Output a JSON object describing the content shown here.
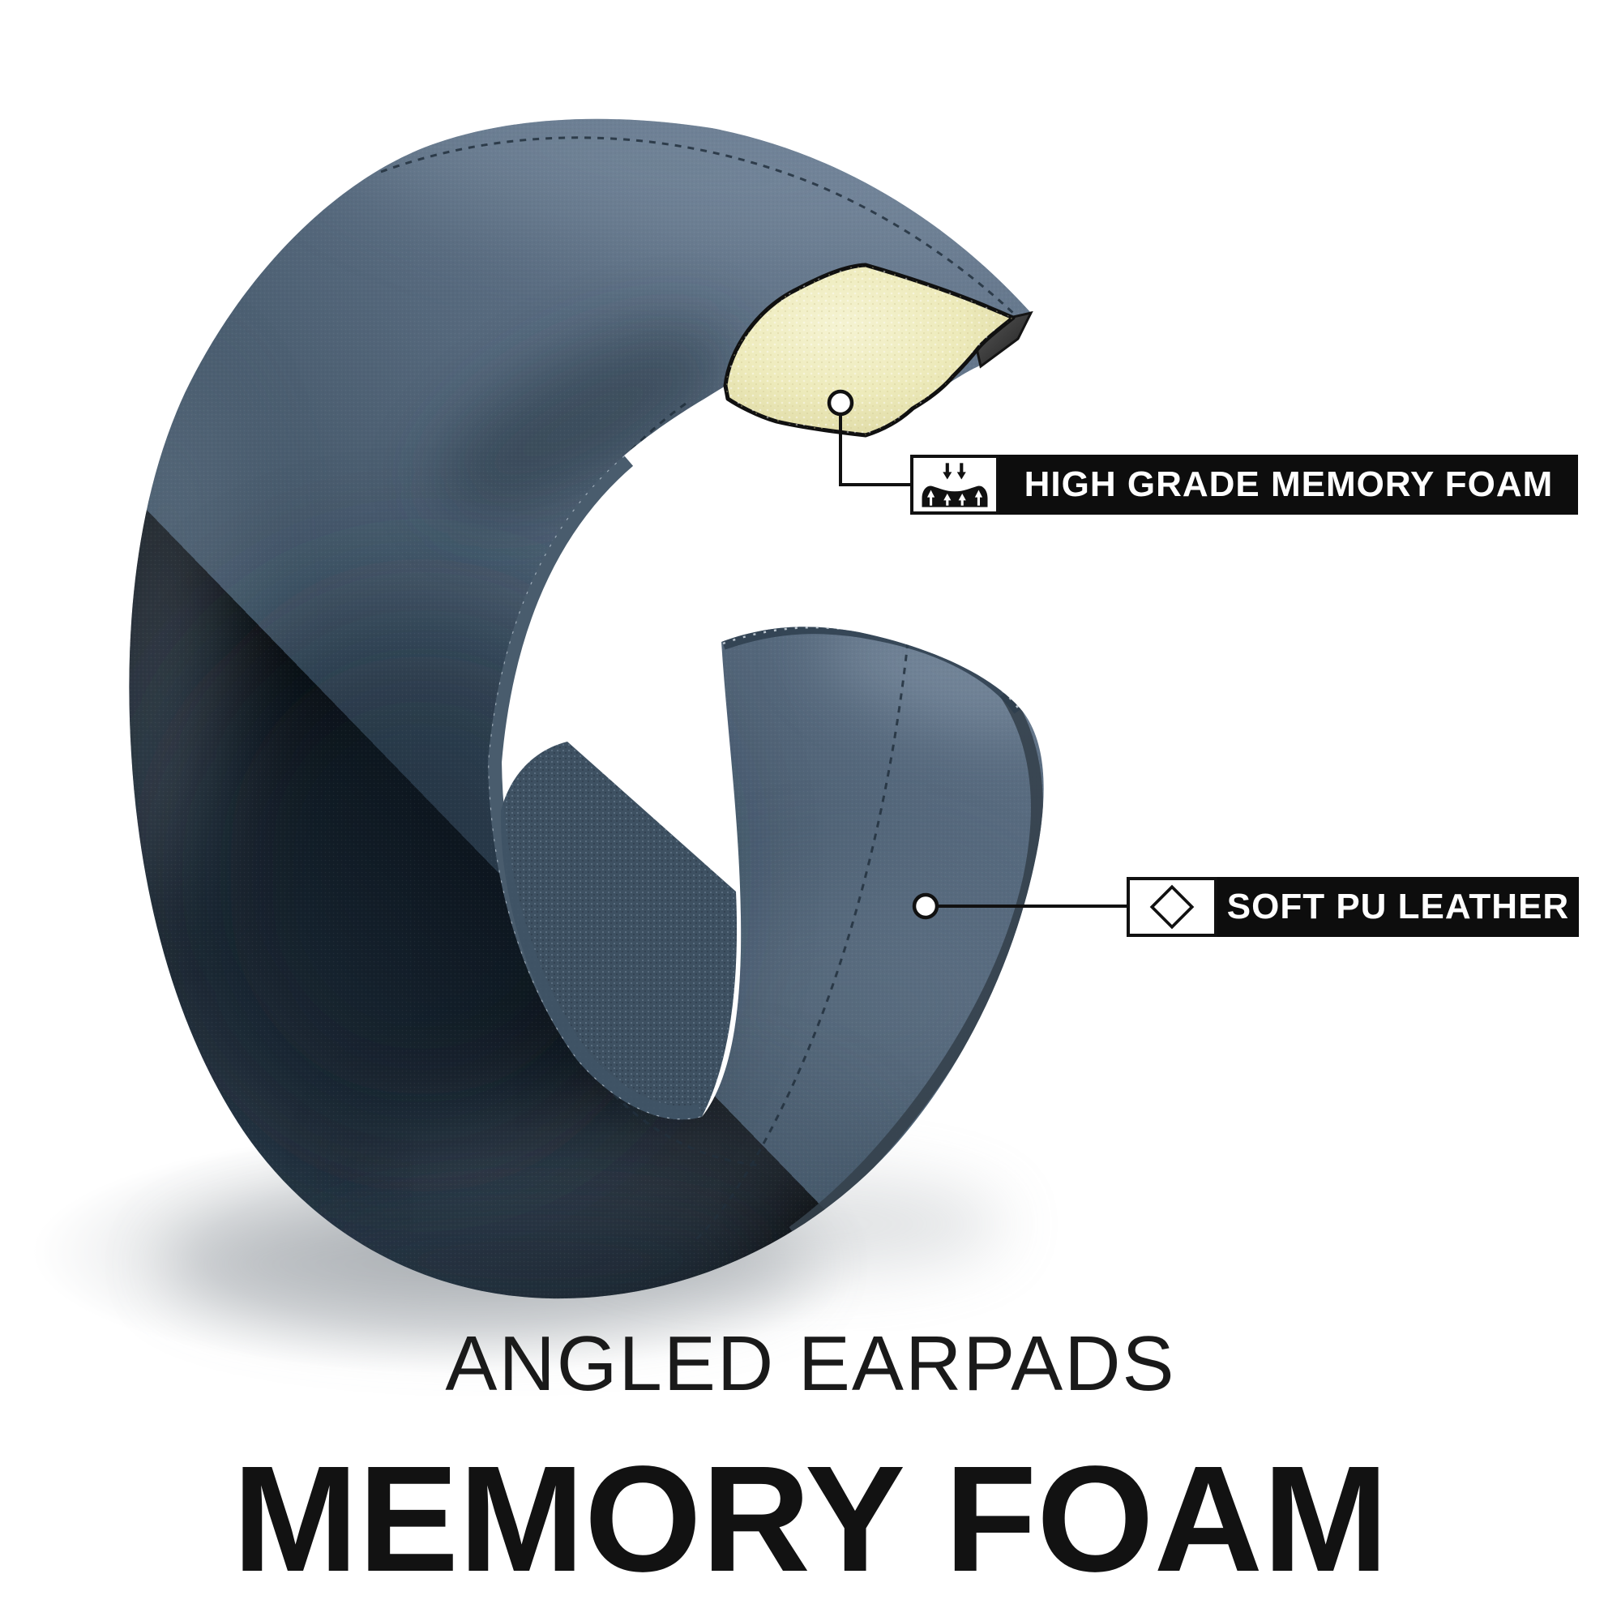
{
  "product": {
    "subtitle": "ANGLED EARPADS",
    "title": "MEMORY FOAM"
  },
  "callouts": {
    "memory_foam": {
      "label": "HIGH GRADE MEMORY FOAM",
      "icon": "foam-compression-icon"
    },
    "pu_leather": {
      "label": "SOFT PU LEATHER",
      "icon": "diamond-icon"
    }
  },
  "colors": {
    "background": "#ffffff",
    "leather": "#4d5e72",
    "leather_highlight": "#8294a7",
    "leather_shadow": "#1f2d3a",
    "foam": "#ece9ba",
    "fabric": "#3e5162",
    "label_bar_bg": "#0d0d0d",
    "label_text": "#ffffff",
    "callout_line": "#111111",
    "heading_text": "#151515"
  }
}
